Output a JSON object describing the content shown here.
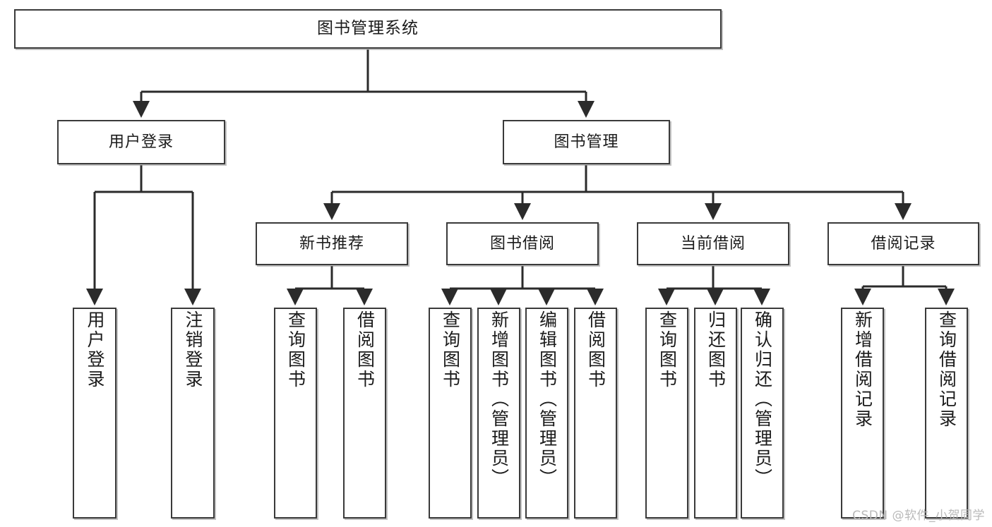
{
  "diagram": {
    "title": "图书管理系统",
    "type": "tree-hierarchy",
    "colors": {
      "box_border": "#3a3a3a",
      "box_fill": "#ffffff",
      "edge": "#2b2b2b",
      "text": "#1b1b1b",
      "watermark": "#b9b9b9"
    },
    "root": {
      "id": "root",
      "label": "图书管理系统"
    },
    "level2": [
      {
        "id": "user-login",
        "label": "用户登录"
      },
      {
        "id": "book-manage",
        "label": "图书管理"
      }
    ],
    "level3": [
      {
        "id": "new-book-recommend",
        "label": "新书推荐"
      },
      {
        "id": "book-borrow",
        "label": "图书借阅"
      },
      {
        "id": "current-borrow",
        "label": "当前借阅"
      },
      {
        "id": "borrow-record",
        "label": "借阅记录"
      }
    ],
    "leaves": {
      "user-login": [
        {
          "id": "leaf-user-login",
          "label": "用户登录"
        },
        {
          "id": "leaf-logout-login",
          "label": "注销登录"
        }
      ],
      "new-book-recommend": [
        {
          "id": "leaf-query-book-1",
          "label": "查询图书"
        },
        {
          "id": "leaf-borrow-book-1",
          "label": "借阅图书"
        }
      ],
      "book-borrow": [
        {
          "id": "leaf-query-book-2",
          "label": "查询图书"
        },
        {
          "id": "leaf-add-book",
          "label": "新增图书（管理员）"
        },
        {
          "id": "leaf-edit-book",
          "label": "编辑图书（管理员）"
        },
        {
          "id": "leaf-borrow-book-2",
          "label": "借阅图书"
        }
      ],
      "current-borrow": [
        {
          "id": "leaf-query-book-3",
          "label": "查询图书"
        },
        {
          "id": "leaf-return-book",
          "label": "归还图书"
        },
        {
          "id": "leaf-confirm-return",
          "label": "确认归还（管理员）"
        }
      ],
      "borrow-record": [
        {
          "id": "leaf-add-borrow-record",
          "label": "新增借阅记录"
        },
        {
          "id": "leaf-query-borrow-record",
          "label": "查询借阅记录"
        }
      ]
    }
  },
  "watermark": {
    "text": "CSDN @软件_小贺同学"
  }
}
